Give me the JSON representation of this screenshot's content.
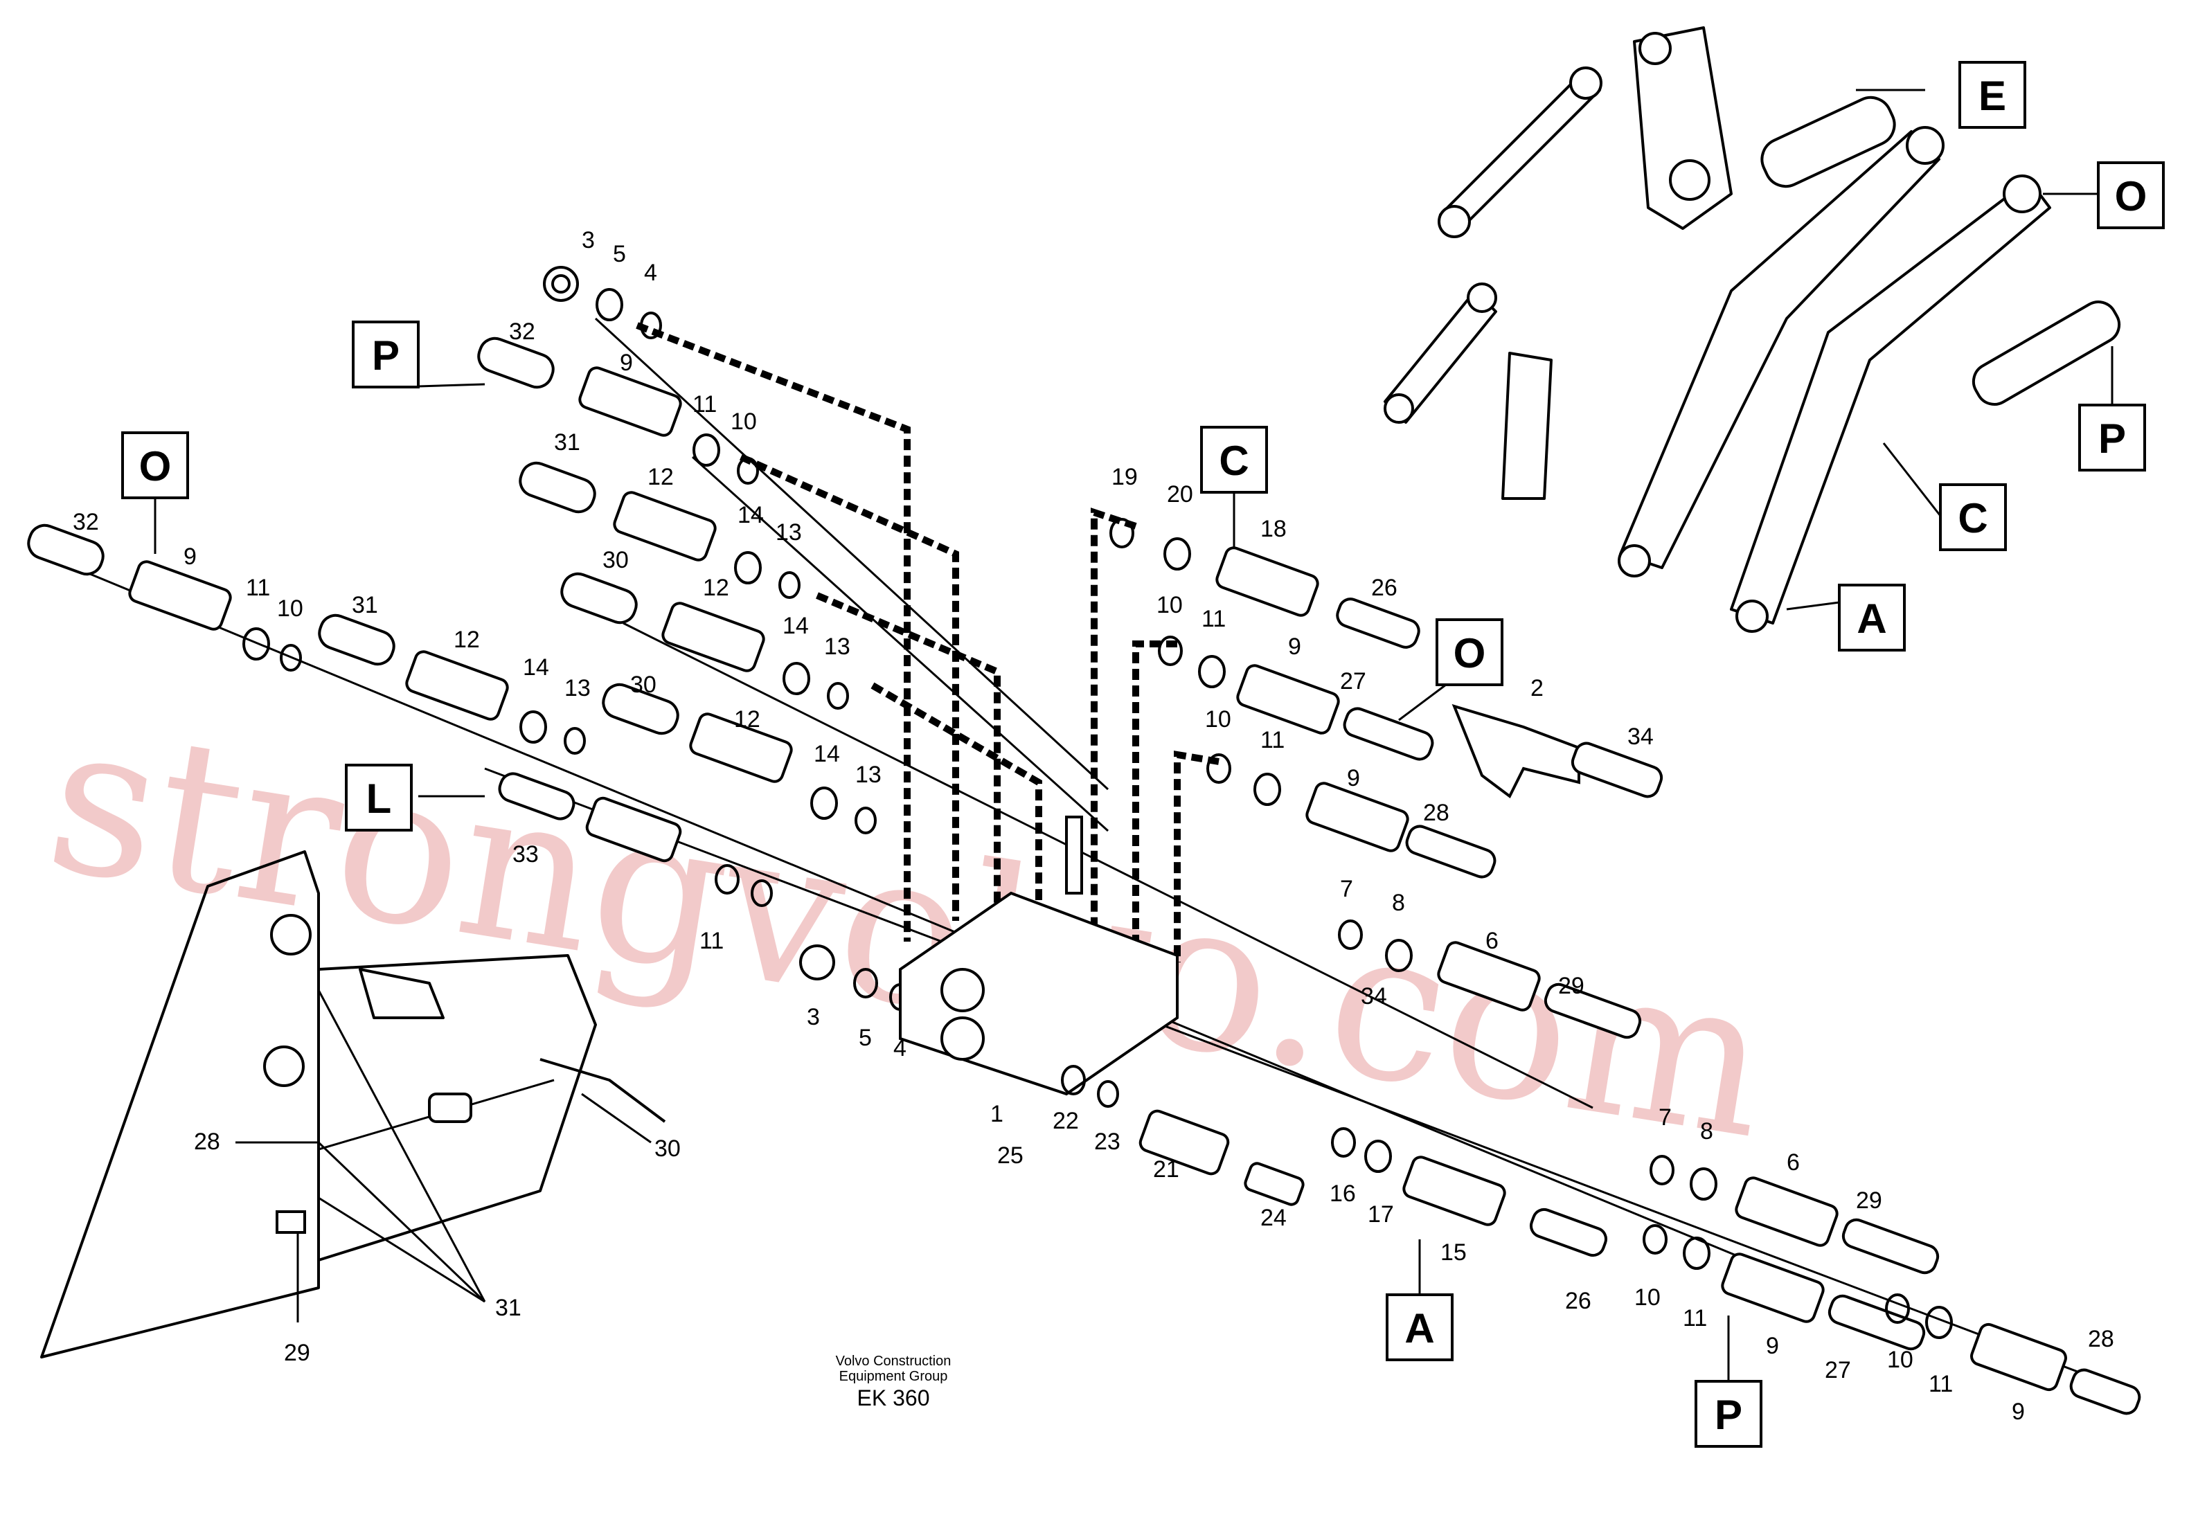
{
  "footer": {
    "line1": "Volvo Construction",
    "line2": "Equipment Group",
    "code": "EK 360"
  },
  "watermark": "strongvolvo.com",
  "callouts": {
    "P1": "P",
    "P2": "P",
    "P3": "P",
    "O1": "O",
    "O2": "O",
    "O3": "O",
    "C1": "C",
    "C2": "C",
    "E1": "E",
    "A1": "A",
    "A2": "A",
    "L1": "L"
  },
  "labels": {
    "n3a": "3",
    "n5a": "5",
    "n4a": "4",
    "n32a": "32",
    "n9a": "9",
    "n11a": "11",
    "n10a": "10",
    "n31a": "31",
    "n12a": "12",
    "n14a": "14",
    "n13a": "13",
    "n30a": "30",
    "n12b": "12",
    "n14b": "14",
    "n13b": "13",
    "n32b": "32",
    "n9b": "9",
    "n11b": "11",
    "n10b": "10",
    "n31b": "31",
    "n12c": "12",
    "n14c": "14",
    "n13c": "13",
    "n30b": "30",
    "n12d": "12",
    "n14d": "14",
    "n13d": "13",
    "n33": "33",
    "n11c": "11",
    "n3b": "3",
    "n5b": "5",
    "n4b": "4",
    "n1": "1",
    "n25": "25",
    "n22": "22",
    "n23": "23",
    "n21": "21",
    "n24": "24",
    "n19": "19",
    "n20": "20",
    "n18": "18",
    "n26a": "26",
    "n10c": "10",
    "n11d": "11",
    "n9c": "9",
    "n27a": "27",
    "n10d": "10",
    "n11e": "11",
    "n9d": "9",
    "n28a": "28",
    "n2": "2",
    "n34a": "34",
    "n7a": "7",
    "n8a": "8",
    "n34b": "34",
    "n6a": "6",
    "n29a": "29",
    "n16": "16",
    "n17": "17",
    "n15": "15",
    "n26b": "26",
    "n7b": "7",
    "n8b": "8",
    "n6b": "6",
    "n29b": "29",
    "n10e": "10",
    "n11f": "11",
    "n9e": "9",
    "n27b": "27",
    "n10f": "10",
    "n11g": "11",
    "n9f": "9",
    "n28b": "28",
    "n28c": "28",
    "n30c": "30",
    "n31c": "31",
    "n29c": "29"
  }
}
